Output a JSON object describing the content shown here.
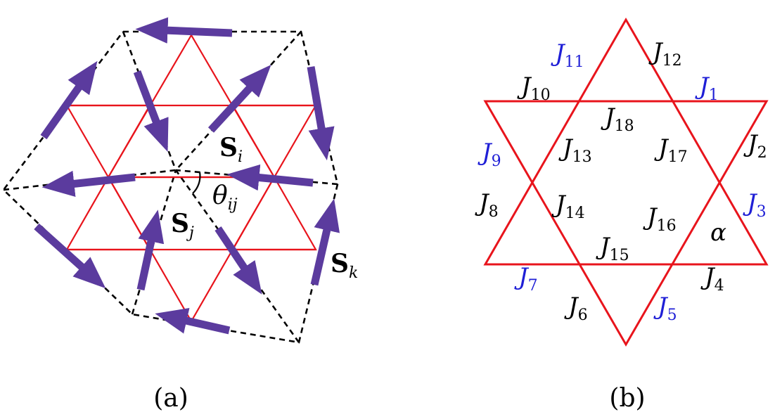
{
  "colors": {
    "red_lattice": "#e8141c",
    "spin_arrow": "#5b3b9e",
    "dashed": "#000000",
    "blue_label": "#1f1fd6",
    "black_label": "#000000"
  },
  "panel_a": {
    "caption": "(a)",
    "spin_i": {
      "base": "S",
      "sub": "i"
    },
    "spin_j": {
      "base": "S",
      "sub": "j"
    },
    "spin_k": {
      "base": "S",
      "sub": "k"
    },
    "angle": {
      "base": "θ",
      "sub": "ij"
    }
  },
  "panel_b": {
    "caption": "(b)",
    "alpha": "α",
    "couplings": [
      {
        "id": "J1",
        "base": "J",
        "sub": "1",
        "color": "blue"
      },
      {
        "id": "J2",
        "base": "J",
        "sub": "2",
        "color": "black"
      },
      {
        "id": "J3",
        "base": "J",
        "sub": "3",
        "color": "blue"
      },
      {
        "id": "J4",
        "base": "J",
        "sub": "4",
        "color": "black"
      },
      {
        "id": "J5",
        "base": "J",
        "sub": "5",
        "color": "blue"
      },
      {
        "id": "J6",
        "base": "J",
        "sub": "6",
        "color": "black"
      },
      {
        "id": "J7",
        "base": "J",
        "sub": "7",
        "color": "blue"
      },
      {
        "id": "J8",
        "base": "J",
        "sub": "8",
        "color": "black"
      },
      {
        "id": "J9",
        "base": "J",
        "sub": "9",
        "color": "blue"
      },
      {
        "id": "J10",
        "base": "J",
        "sub": "10",
        "color": "black"
      },
      {
        "id": "J11",
        "base": "J",
        "sub": "11",
        "color": "blue"
      },
      {
        "id": "J12",
        "base": "J",
        "sub": "12",
        "color": "black"
      },
      {
        "id": "J13",
        "base": "J",
        "sub": "13",
        "color": "black"
      },
      {
        "id": "J14",
        "base": "J",
        "sub": "14",
        "color": "black"
      },
      {
        "id": "J15",
        "base": "J",
        "sub": "15",
        "color": "black"
      },
      {
        "id": "J16",
        "base": "J",
        "sub": "16",
        "color": "black"
      },
      {
        "id": "J17",
        "base": "J",
        "sub": "17",
        "color": "black"
      },
      {
        "id": "J18",
        "base": "J",
        "sub": "18",
        "color": "black"
      }
    ]
  }
}
